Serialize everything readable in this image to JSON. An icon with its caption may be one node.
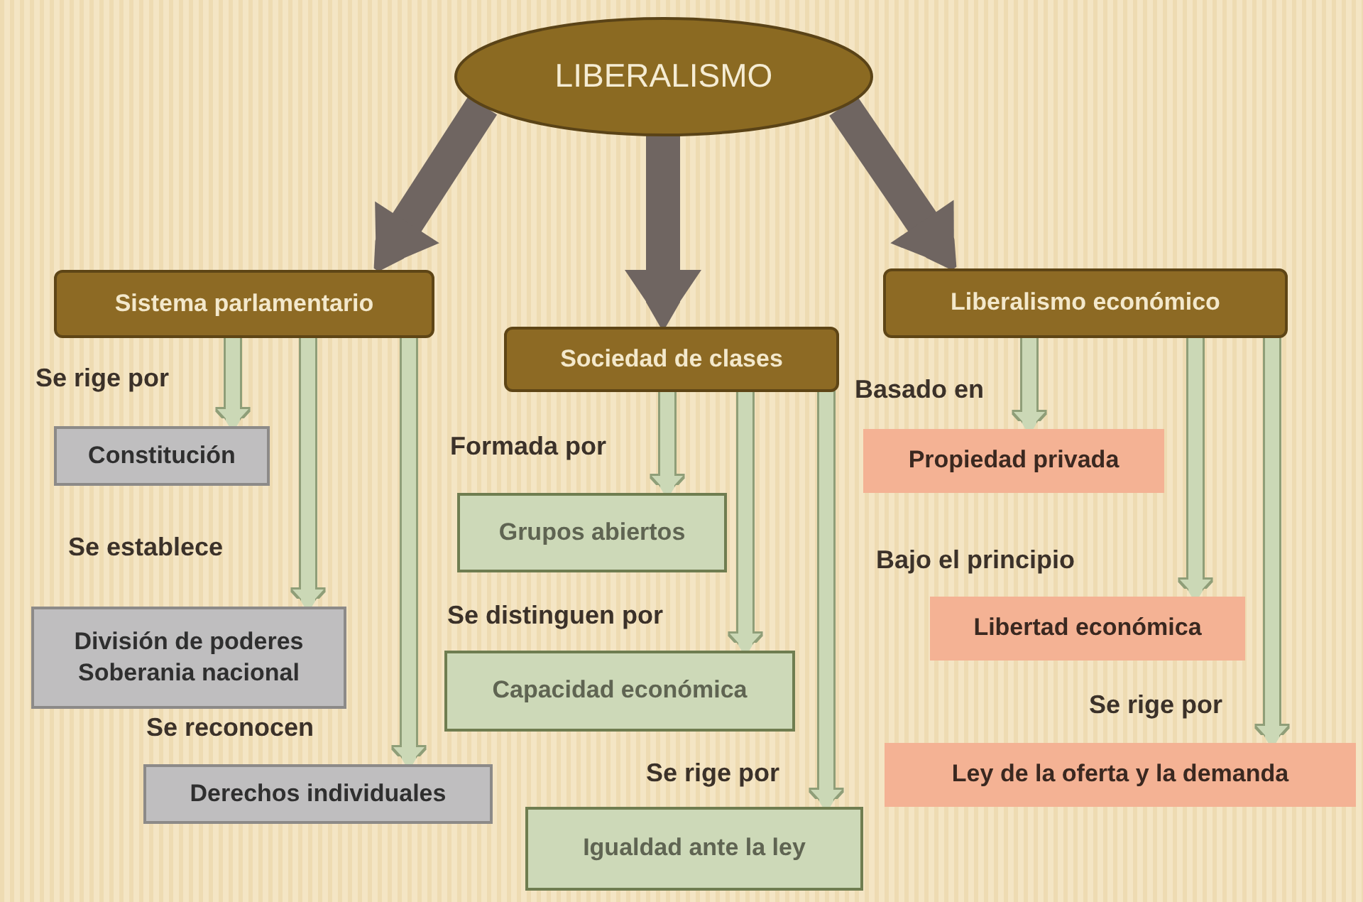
{
  "diagram": {
    "nodes": [
      {
        "text": [
          "LIBERALISMO"
        ]
      },
      {
        "text": [
          "Sistema parlamentario"
        ]
      },
      {
        "text": [
          "Sociedad de clases"
        ]
      },
      {
        "text": [
          "Liberalismo económico"
        ]
      },
      {
        "text": [
          "Constitución"
        ]
      },
      {
        "text": [
          "División de poderes",
          "Soberania nacional"
        ]
      },
      {
        "text": [
          "Derechos individuales"
        ]
      },
      {
        "text": [
          "Grupos abiertos"
        ]
      },
      {
        "text": [
          "Capacidad económica"
        ]
      },
      {
        "text": [
          "Igualdad ante la ley"
        ]
      },
      {
        "text": [
          "Propiedad privada"
        ]
      },
      {
        "text": [
          "Libertad económica"
        ]
      },
      {
        "text": [
          "Ley de la oferta y la demanda"
        ]
      }
    ],
    "edges": [
      {
        "from": 0,
        "to": 1,
        "arrow": "to",
        "style": "thick",
        "color": "#6f6561"
      },
      {
        "from": 0,
        "to": 2,
        "arrow": "to",
        "style": "thick",
        "color": "#6f6561"
      },
      {
        "from": 0,
        "to": 3,
        "arrow": "to",
        "style": "thick",
        "color": "#6f6561"
      },
      {
        "from": 1,
        "to": 4,
        "arrow": "to",
        "label": "Se rige por"
      },
      {
        "from": 1,
        "to": 5,
        "arrow": "to",
        "label": "Se establece"
      },
      {
        "from": 1,
        "to": 6,
        "arrow": "to",
        "label": "Se reconocen"
      },
      {
        "from": 2,
        "to": 7,
        "arrow": "to",
        "label": "Formada por"
      },
      {
        "from": 2,
        "to": 8,
        "arrow": "to",
        "label": "Se distinguen por"
      },
      {
        "from": 2,
        "to": 9,
        "arrow": "to",
        "label": "Se rige por"
      },
      {
        "from": 3,
        "to": 10,
        "arrow": "to",
        "label": "Basado en"
      },
      {
        "from": 3,
        "to": 11,
        "arrow": "to",
        "label": "Bajo el principio"
      },
      {
        "from": 3,
        "to": 12,
        "arrow": "to",
        "label": "Se rige por"
      }
    ]
  }
}
